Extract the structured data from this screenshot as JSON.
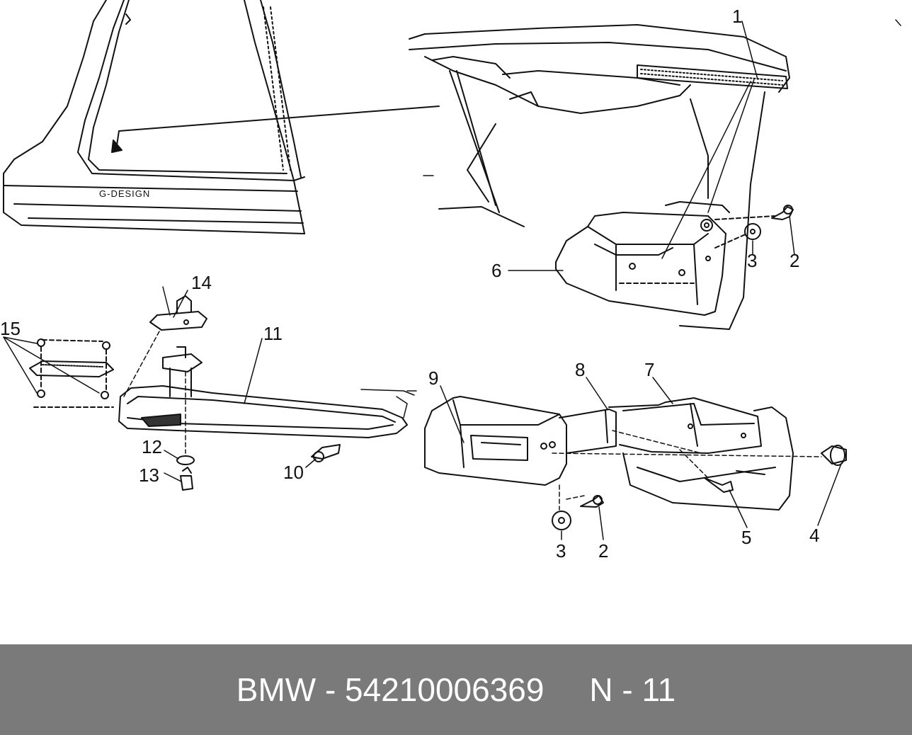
{
  "diagram": {
    "emblem_text": "G-DESIGN",
    "callouts": [
      {
        "id": "c1",
        "label": "1"
      },
      {
        "id": "c2a",
        "label": "2"
      },
      {
        "id": "c3a",
        "label": "3"
      },
      {
        "id": "c6",
        "label": "6"
      },
      {
        "id": "c14",
        "label": "14"
      },
      {
        "id": "c15",
        "label": "15"
      },
      {
        "id": "c11",
        "label": "11"
      },
      {
        "id": "c12",
        "label": "12"
      },
      {
        "id": "c13",
        "label": "13"
      },
      {
        "id": "c10",
        "label": "10"
      },
      {
        "id": "c9",
        "label": "9"
      },
      {
        "id": "c8",
        "label": "8"
      },
      {
        "id": "c7",
        "label": "7"
      },
      {
        "id": "c4",
        "label": "4"
      },
      {
        "id": "c5",
        "label": "5"
      },
      {
        "id": "c3b",
        "label": "3"
      },
      {
        "id": "c2b",
        "label": "2"
      }
    ]
  },
  "footer": {
    "text": "BMW - 54210006369     N - 11"
  }
}
